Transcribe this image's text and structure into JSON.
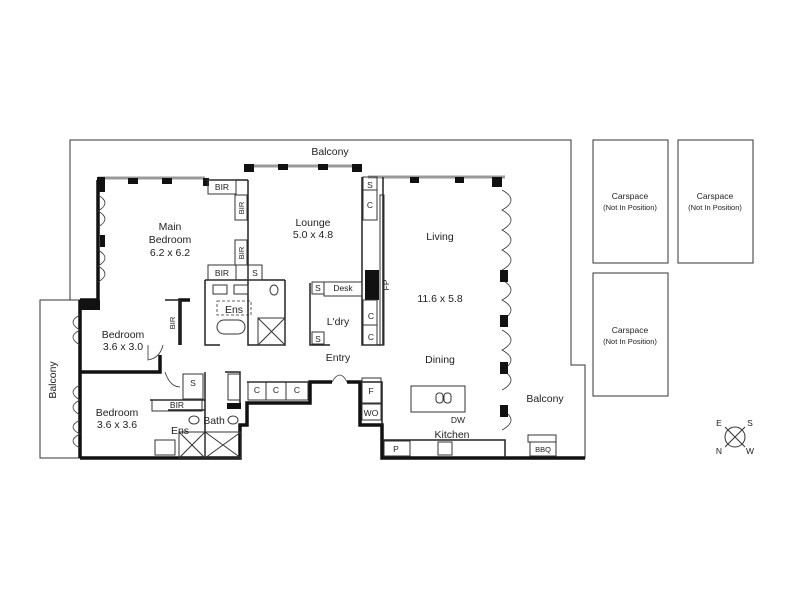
{
  "plan": {
    "balcony_top": "Balcony",
    "balcony_left": "Balcony",
    "balcony_right": "Balcony",
    "main_bedroom": {
      "name1": "Main",
      "name2": "Bedroom",
      "size": "6.2 x 6.2"
    },
    "lounge": {
      "name": "Lounge",
      "size": "5.0 x 4.8"
    },
    "living": {
      "name": "Living",
      "size": "11.6 x 5.8"
    },
    "dining": "Dining",
    "kitchen": "Kitchen",
    "entry": "Entry",
    "bedroom2": {
      "name": "Bedroom",
      "size": "3.6 x 3.0"
    },
    "bedroom3": {
      "name": "Bedroom",
      "size": "3.6 x 3.6"
    },
    "ens_main": "Ens",
    "ens_bed3": "Ens",
    "bath": "Bath",
    "laundry": "L'dry",
    "desk": "Desk",
    "fp": "FP",
    "f": "F",
    "wo": "WO",
    "p": "P",
    "dw": "DW",
    "bbq": "BBQ",
    "bir": "BIR",
    "s": "S",
    "c": "C"
  },
  "carspaces": [
    {
      "label": "Carspace",
      "note": "(Not In Position)"
    },
    {
      "label": "Carspace",
      "note": "(Not In Position)"
    },
    {
      "label": "Carspace",
      "note": "(Not In Position)"
    }
  ],
  "compass": {
    "e": "E",
    "s": "S",
    "n": "N",
    "w": "W"
  }
}
